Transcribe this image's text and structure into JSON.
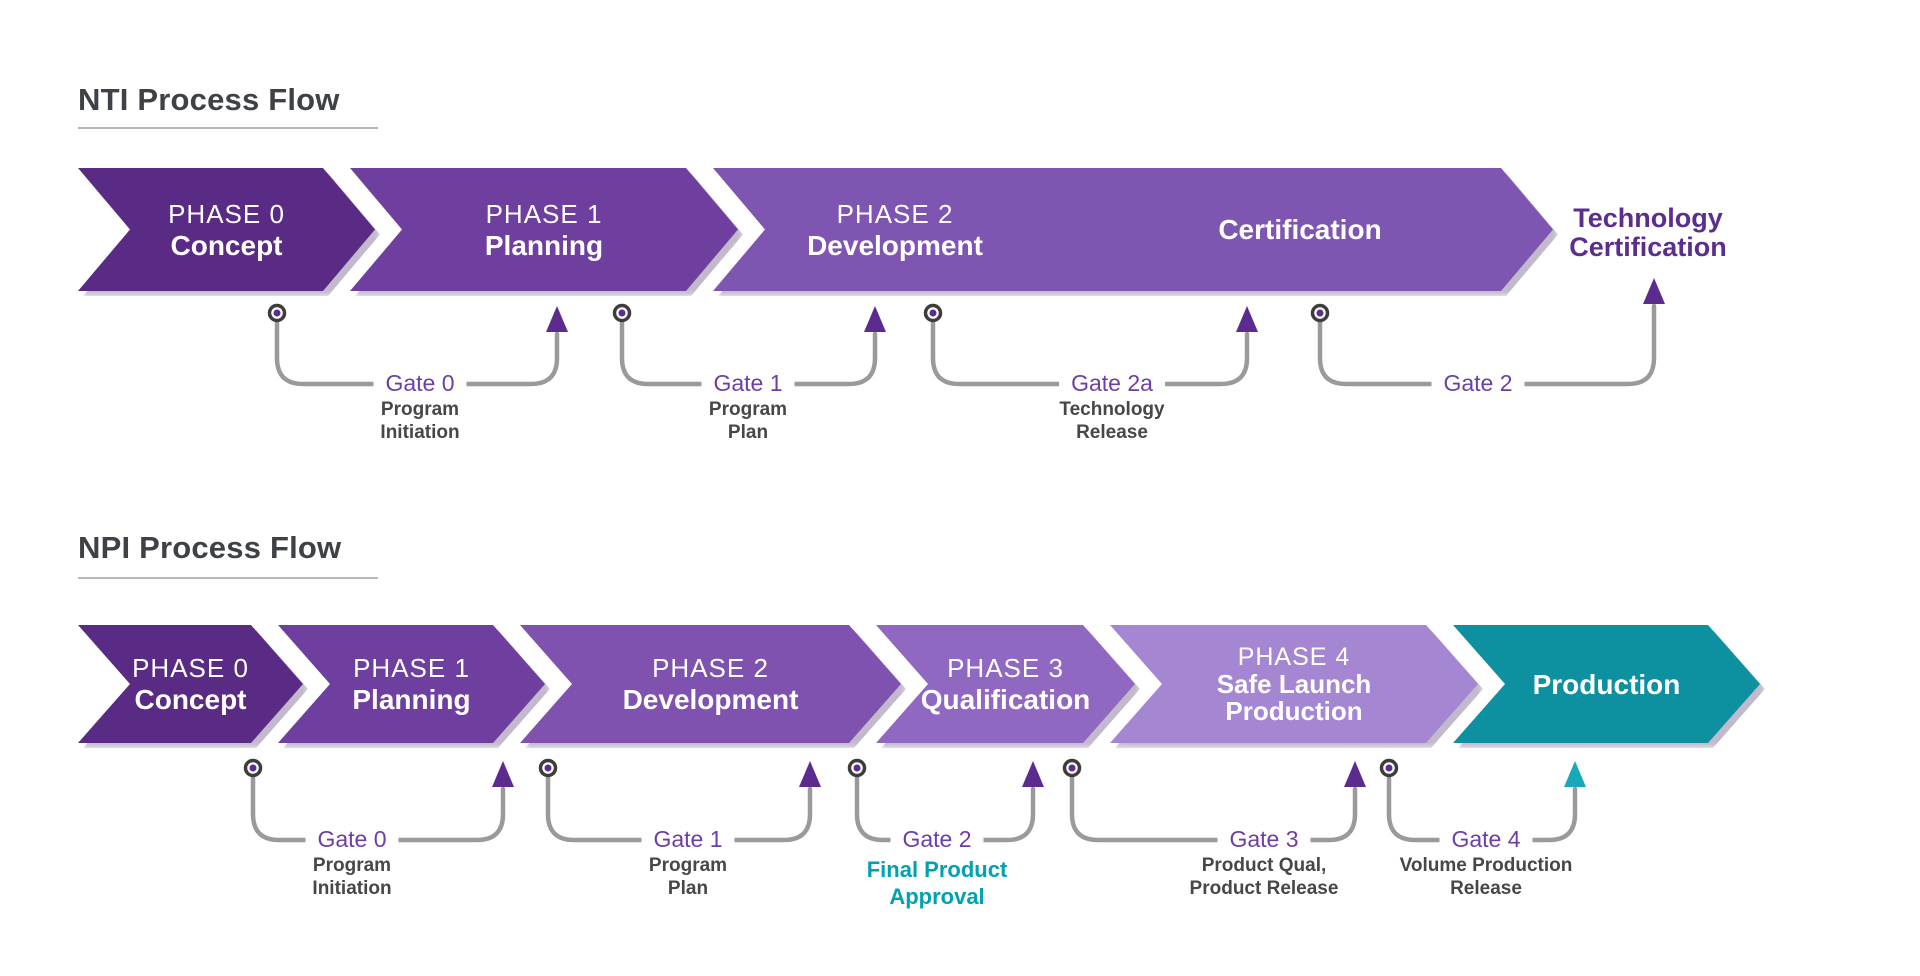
{
  "flows": {
    "nti": {
      "title": "NTI Process Flow",
      "phases": [
        {
          "phase": "PHASE 0",
          "name": "Concept"
        },
        {
          "phase": "PHASE 1",
          "name": "Planning"
        },
        {
          "phase": "PHASE 2",
          "name": "Development",
          "extra": "Certification"
        }
      ],
      "terminal": {
        "line1": "Technology",
        "line2": "Certification"
      },
      "gates": [
        {
          "label": "Gate 0",
          "sub1": "Program",
          "sub2": "Initiation"
        },
        {
          "label": "Gate 1",
          "sub1": "Program",
          "sub2": "Plan"
        },
        {
          "label": "Gate 2a",
          "sub1": "Technology",
          "sub2": "Release"
        },
        {
          "label": "Gate 2",
          "sub1": "",
          "sub2": ""
        }
      ]
    },
    "npi": {
      "title": "NPI Process Flow",
      "phases": [
        {
          "phase": "PHASE 0",
          "name": "Concept"
        },
        {
          "phase": "PHASE 1",
          "name": "Planning"
        },
        {
          "phase": "PHASE 2",
          "name": "Development"
        },
        {
          "phase": "PHASE 3",
          "name": "Qualification"
        },
        {
          "phase": "PHASE 4",
          "name": "Safe Launch",
          "name2": "Production"
        },
        {
          "phase": "",
          "name": "Production"
        }
      ],
      "gates": [
        {
          "label": "Gate 0",
          "sub1": "Program",
          "sub2": "Initiation"
        },
        {
          "label": "Gate 1",
          "sub1": "Program",
          "sub2": "Plan"
        },
        {
          "label": "Gate 2",
          "sub1": "Final Product",
          "sub2": "Approval"
        },
        {
          "label": "Gate 3",
          "sub1": "Product Qual,",
          "sub2": "Product Release"
        },
        {
          "label": "Gate 4",
          "sub1": "Volume Production",
          "sub2": "Release"
        }
      ]
    }
  },
  "colors": {
    "nti_phases": [
      "#5a2b84",
      "#6e3f9e",
      "#7f55b2"
    ],
    "npi_phases": [
      "#5a2b84",
      "#6e3f9e",
      "#7e52ae",
      "#9168c1",
      "#a586d2",
      "#0d91a1"
    ],
    "terminal_text": "#5b2d8e",
    "gate_label": "#6b3fa8",
    "gate_sub": "#474747",
    "highlight": "#00a1b0",
    "triangle": "#5c2b8f",
    "triangle_teal": "#17a9ba",
    "wire": "#9a9a9a",
    "marker_ring": "#3d3d3d",
    "marker_dot": "#5b2d8e"
  }
}
